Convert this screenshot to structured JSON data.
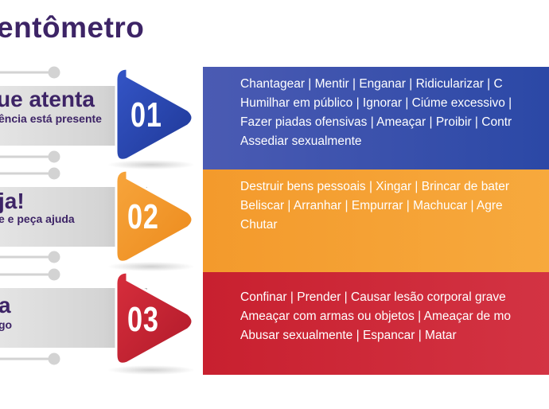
{
  "page": {
    "title": "entômetro"
  },
  "colors": {
    "title": "#3d2466",
    "level_1": "#2b48a6",
    "level_2": "#f39a2c",
    "level_3": "#c8202f"
  },
  "levels": [
    {
      "number": "01",
      "title": "ue atenta",
      "subtitle": "ência está presente",
      "items": [
        "Chantagear  |  Mentir  |   Enganar   |  Ridicularizar  |  C",
        "Humilhar em público  |  Ignorar  |  Ciúme excessivo  |",
        "Fazer piadas ofensivas  |  Ameaçar  |  Proibir  |  Contr",
        "Assediar sexualmente"
      ]
    },
    {
      "number": "02",
      "title": "ja!",
      "subtitle": "e e peça ajuda",
      "items": [
        "Destruir bens pessoais  |  Xingar  |  Brincar de bater",
        "Beliscar  |  Arranhar  |  Empurrar  |  Machucar  |  Agre",
        "Chutar"
      ]
    },
    {
      "number": "03",
      "title": "a",
      "subtitle": "go",
      "items": [
        "Confinar  |  Prender  |  Causar lesão corporal grave",
        "Ameaçar com armas ou objetos  |  Ameaçar de mo",
        "Abusar sexualmente  |  Espancar  |  Matar"
      ]
    }
  ]
}
